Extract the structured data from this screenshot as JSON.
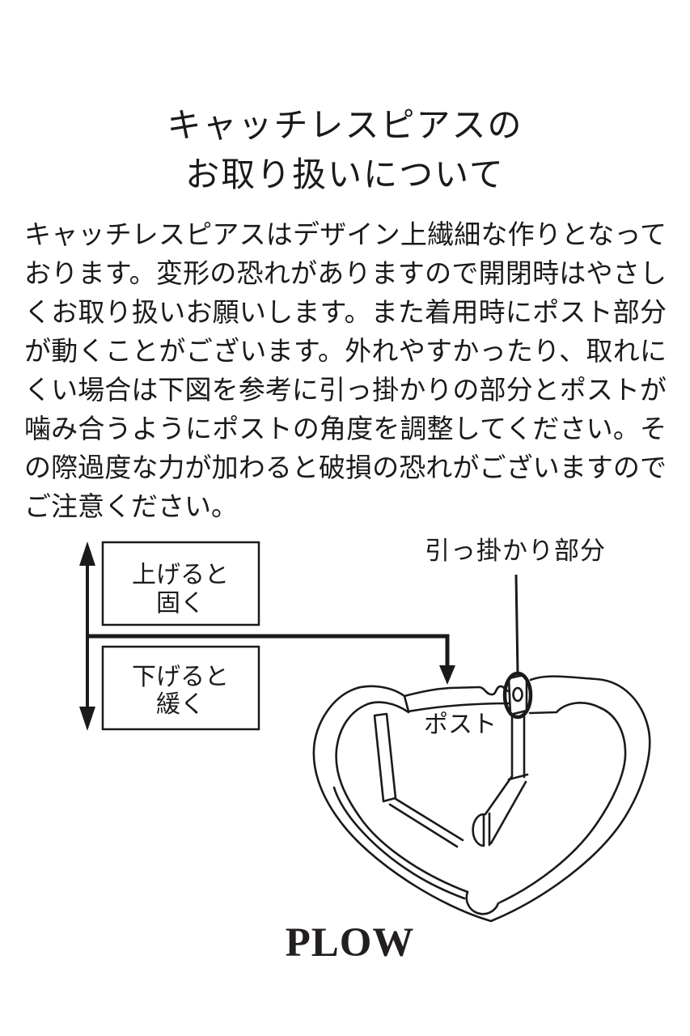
{
  "colors": {
    "background": "#ffffff",
    "ink": "#1a1a1a"
  },
  "title": {
    "line1": "キャッチレスピアスの",
    "line2": "お取り扱いについて"
  },
  "body": {
    "lines": [
      "キャッチレスピアスはデザイン上繊細な作りとなって",
      "おります。変形の恐れがありますので開閉時はやさし",
      "くお取り扱いお願いします。また着用時にポスト部分",
      "が動くことがございます。外れやすかったり、取れに",
      "くい場合は下図を参考に引っ掛かりの部分とポストが",
      "噛み合うようにポストの角度を調整してください。そ",
      "の際過度な力が加わると破損の恐れがございますので",
      "ご注意ください。"
    ]
  },
  "diagram": {
    "raise_box": {
      "line1": "上げると",
      "line2": "固く"
    },
    "lower_box": {
      "line1": "下げると",
      "line2": "緩く"
    },
    "hook_label": "引っ掛かり部分",
    "post_label": "ポスト"
  },
  "footer": {
    "brand": "PLOW"
  }
}
